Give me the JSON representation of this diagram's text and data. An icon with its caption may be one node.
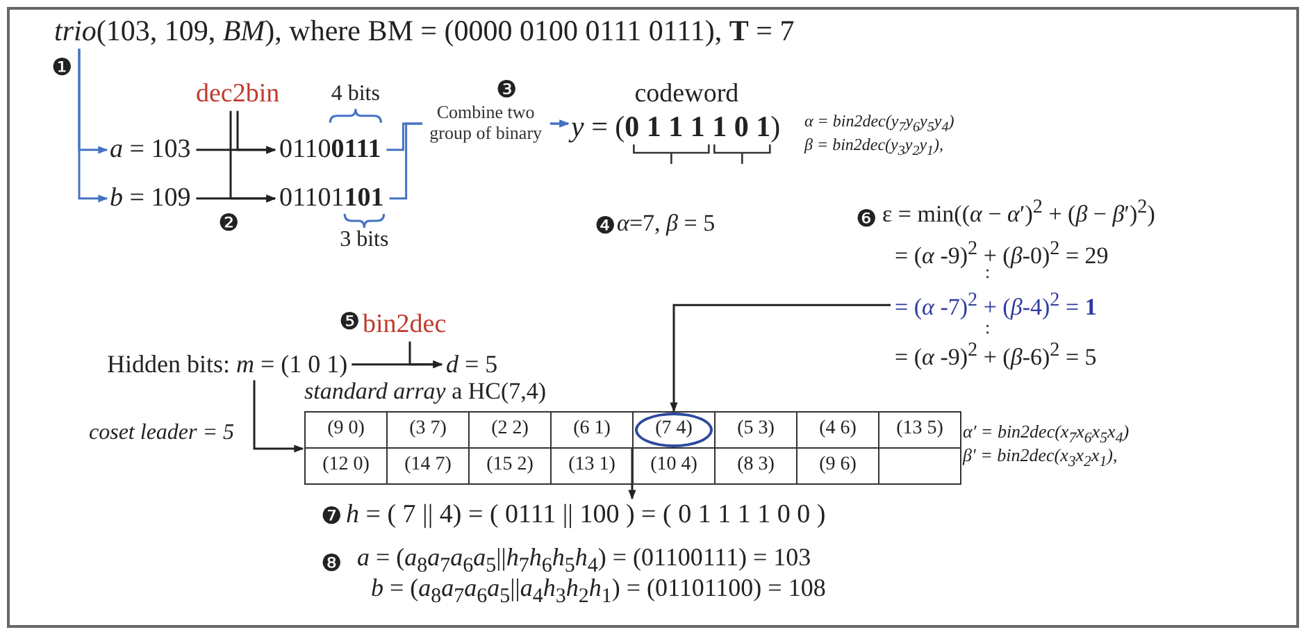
{
  "diagram": {
    "nodes": [
      {
        "text": [
          "*trio*(103, 109, *BM*),  where BM  =  (0000 0100 0111 0111), **T** = 7"
        ]
      },
      {
        "text": [
          "*a*  =  103"
        ]
      },
      {
        "text": [
          "*b*  =  109"
        ]
      },
      {
        "text": [
          "dec2bin"
        ]
      },
      {
        "text": [
          "0110**0111**"
        ]
      },
      {
        "text": [
          "01101**101**"
        ]
      },
      {
        "text": [
          "codeword",
          "*y* = (**0 1 1 1 1 0 1**)"
        ]
      },
      {
        "text": [
          "bin2dec"
        ]
      },
      {
        "text": [
          "Hidden bits: *m* = (1 0 1)"
        ]
      },
      {
        "text": [
          "*d* = 5"
        ]
      },
      {
        "text": [
          "= (*α* -7)$^{2}$ + (*β*-4)$^{2}$ = **1**"
        ]
      },
      {
        "text": [
          "*standard array* a HC(7,4)"
        ]
      },
      {
        "text": [
          "(9 0)"
        ],
        "in": 11
      },
      {
        "text": [
          "(3 7)"
        ],
        "in": 11
      },
      {
        "text": [
          "(2 2)"
        ],
        "in": 11
      },
      {
        "text": [
          "(6 1)"
        ],
        "in": 11
      },
      {
        "text": [
          "(7 4)"
        ],
        "in": 11
      },
      {
        "text": [
          "(5 3)"
        ],
        "in": 11
      },
      {
        "text": [
          "(4 6)"
        ],
        "in": 11
      },
      {
        "text": [
          "(13 5)"
        ],
        "in": 11
      },
      {
        "text": [
          "(12 0)"
        ],
        "in": 11
      },
      {
        "text": [
          "(14 7)"
        ],
        "in": 11
      },
      {
        "text": [
          "(15 2)"
        ],
        "in": 11
      },
      {
        "text": [
          "(13 1)"
        ],
        "in": 11
      },
      {
        "text": [
          "(10 4)"
        ],
        "in": 11
      },
      {
        "text": [
          "(8 3)"
        ],
        "in": 11
      },
      {
        "text": [
          "(9 6)"
        ],
        "in": 11
      },
      {
        "text": [],
        "shape": "box",
        "in": 11
      },
      {
        "text": [
          "*h* = ( 7  ||  4) =  ( 0111  || 100 )  =  ( 0 1 1 1 1 0 0 )"
        ]
      }
    ],
    "edges": [
      {
        "from": 0,
        "to": 1,
        "arrow": "to",
        "color": "#4472c4"
      },
      {
        "from": 0,
        "to": 2,
        "arrow": "to",
        "color": "#4472c4"
      },
      {
        "from": 1,
        "to": 4,
        "arrow": "to"
      },
      {
        "from": 2,
        "to": 5,
        "arrow": "to"
      },
      {
        "from": 3,
        "to": 4,
        "arrow": "to"
      },
      {
        "from": 3,
        "to": 5,
        "arrow": "to"
      },
      {
        "from": 4,
        "to": 6,
        "arrow": "to",
        "label": "Combine two group of binary",
        "color": "#4472c4"
      },
      {
        "from": 5,
        "to": 6,
        "arrow": "to",
        "color": "#4472c4"
      },
      {
        "from": 7,
        "to": 9,
        "arrow": "to"
      },
      {
        "from": 8,
        "to": 9,
        "arrow": "to"
      },
      {
        "from": 8,
        "to": 11,
        "arrow": "to"
      },
      {
        "from": 10,
        "to": 16,
        "arrow": "to"
      },
      {
        "from": 16,
        "to": 28,
        "arrow": "to"
      }
    ],
    "labels": [
      "❶",
      "4 bits",
      "❸",
      "α = bin2dec(y$_{7}$y$_{6}$y$_{5}$y$_{4}$)",
      "β = bin2dec(y$_{3}$y$_{2}$y$_{1}$),",
      "❷",
      "3 bits",
      "❻",
      "ε = min((*α* − *α*′)$^{2}$ + (*β* − *β*′)$^{2}$)",
      "❹",
      "*α*=7, *β* = 5",
      "= (*α* -9)$^{2}$ + (*β*-0)$^{2}$ = 29",
      ":",
      "❺",
      ":",
      "= (*α* -9)$^{2}$ + (*β*-6)$^{2}$ =  5",
      "coset leader = 5",
      "α′ = bin2dec(x$_{7}$x$_{6}$x$_{5}$x$_{4}$)",
      "β′ = bin2dec(x$_{3}$x$_{2}$x$_{1}$),",
      "❼",
      "❽",
      "*a*  = (*a*$_{8}$*a*$_{7}$*a*$_{6}$*a*$_{5}$||*h*$_{7}$*h*$_{6}$*h*$_{5}$*h*$_{4}$) = (01100111) = 103",
      "*b*  = (*a*$_{8}$*a*$_{7}$*a*$_{6}$*a*$_{5}$||*a*$_{4}$*h*$_{3}$*h*$_{2}$*h*$_{1}$) = (01101100) = 108"
    ]
  }
}
